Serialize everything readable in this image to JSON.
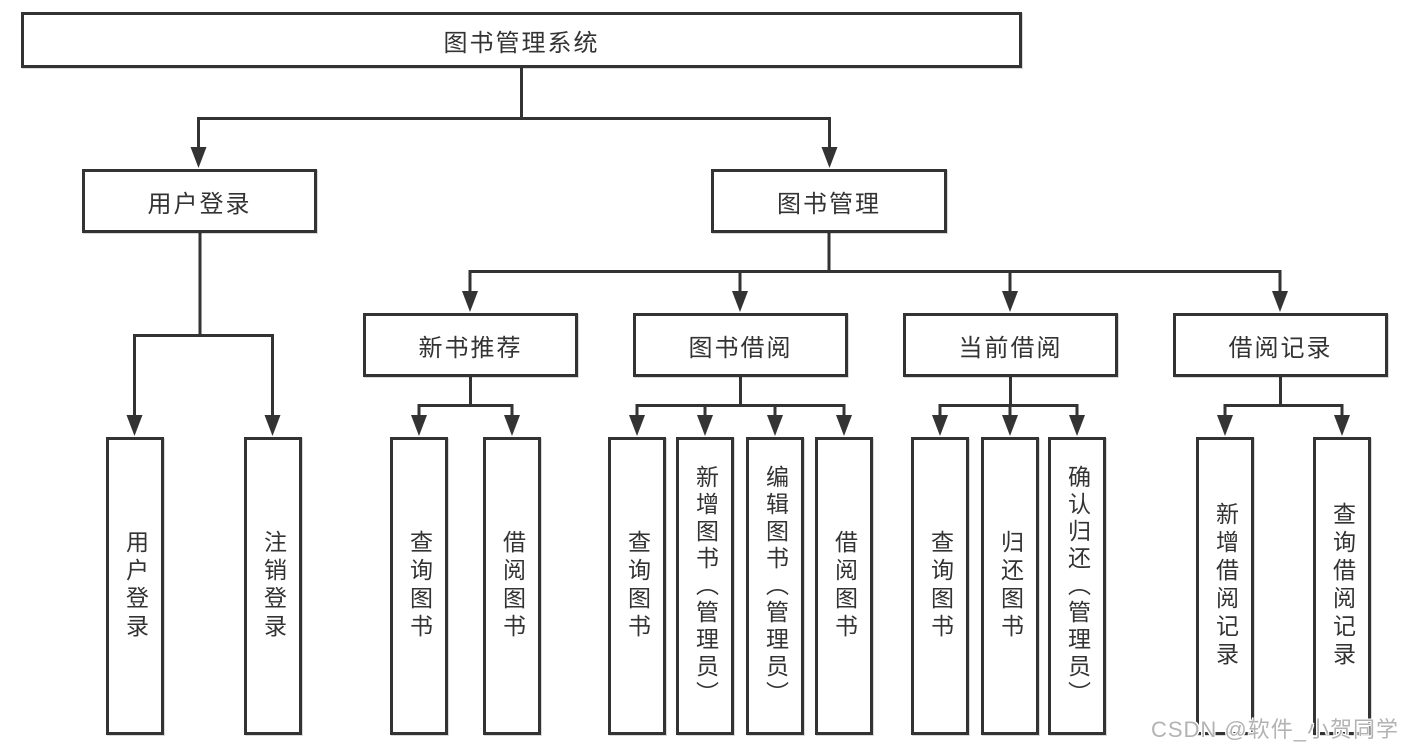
{
  "diagram": {
    "title": "图书管理系统",
    "colors": {
      "line": "#333333",
      "text": "#333333",
      "box_fill": "#ffffff",
      "watermark": "#b3b3b3"
    },
    "root": {
      "label": "图书管理系统"
    },
    "level2": [
      {
        "label": "用户登录"
      },
      {
        "label": "图书管理"
      }
    ],
    "level3": [
      {
        "label": "新书推荐",
        "parent": "图书管理"
      },
      {
        "label": "图书借阅",
        "parent": "图书管理"
      },
      {
        "label": "当前借阅",
        "parent": "图书管理"
      },
      {
        "label": "借阅记录",
        "parent": "图书管理"
      }
    ],
    "leaves": [
      {
        "label": "用户登录",
        "parent": "用户登录"
      },
      {
        "label": "注销登录",
        "parent": "用户登录"
      },
      {
        "label": "查询图书",
        "parent": "新书推荐"
      },
      {
        "label": "借阅图书",
        "parent": "新书推荐"
      },
      {
        "label": "查询图书",
        "parent": "图书借阅"
      },
      {
        "label": "新增图书（管理员）",
        "parent": "图书借阅"
      },
      {
        "label": "编辑图书（管理员）",
        "parent": "图书借阅"
      },
      {
        "label": "借阅图书",
        "parent": "图书借阅"
      },
      {
        "label": "查询图书",
        "parent": "当前借阅"
      },
      {
        "label": "归还图书",
        "parent": "当前借阅"
      },
      {
        "label": "确认归还（管理员）",
        "parent": "当前借阅"
      },
      {
        "label": "新增借阅记录",
        "parent": "借阅记录"
      },
      {
        "label": "查询借阅记录",
        "parent": "借阅记录"
      }
    ],
    "watermark": "CSDN @软件_小贺同学"
  }
}
